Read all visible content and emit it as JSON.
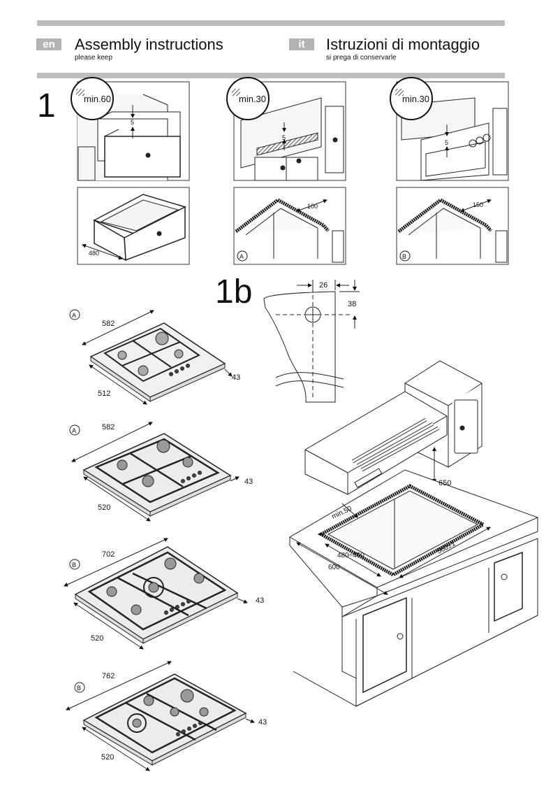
{
  "header": {
    "left": {
      "lang_code": "en",
      "title": "Assembly instructions",
      "subtitle": "please keep"
    },
    "right": {
      "lang_code": "it",
      "title": "Istruzioni di montaggio",
      "subtitle": "si prega di conservarle"
    }
  },
  "step1": {
    "number": "1",
    "panels": [
      {
        "min_label": "min.60",
        "gap_label": "5",
        "dim_label": "480",
        "variant_label": ""
      },
      {
        "min_label": "min.30",
        "gap_label": "5",
        "dim_label": "100",
        "variant_label": "A"
      },
      {
        "min_label": "min.30",
        "gap_label": "5",
        "dim_label": "150",
        "variant_label": "B"
      }
    ]
  },
  "step1b": {
    "number": "1b",
    "detail": {
      "horizontal": "26",
      "vertical": "38"
    },
    "installation": {
      "hood_clearance": "650",
      "min_side": "min.50",
      "depth": "480÷490",
      "width": "560±1",
      "worktop": "600"
    }
  },
  "hobs": [
    {
      "variant": "A",
      "width": "582",
      "depth": "512",
      "height": "43"
    },
    {
      "variant": "A",
      "width": "582",
      "depth": "520",
      "height": "43"
    },
    {
      "variant": "B",
      "width": "702",
      "depth": "520",
      "height": "43"
    },
    {
      "variant": "B",
      "width": "762",
      "depth": "520",
      "height": "43"
    }
  ]
}
